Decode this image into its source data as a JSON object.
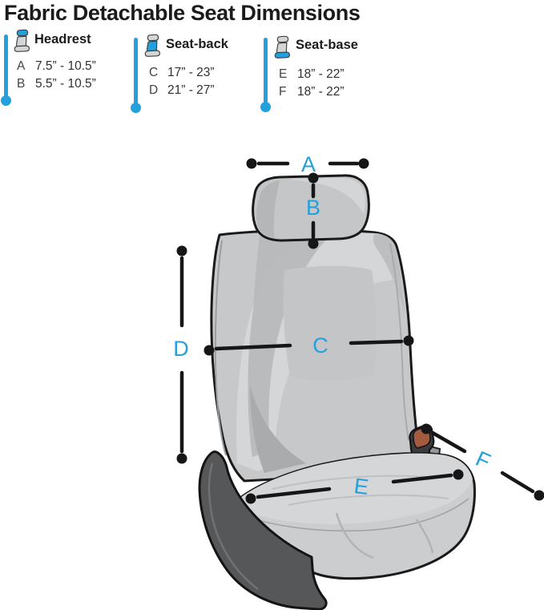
{
  "title": "Fabric Detachable Seat Dimensions",
  "colors": {
    "accent_blue": "#24a0dc",
    "line_black": "#161616",
    "seat_gray": "#c6c8ca",
    "trim_dark_gray": "#565759",
    "lever_brown": "#a45a3f"
  },
  "legend": {
    "sections": [
      {
        "title": "Headrest",
        "rows": [
          {
            "key": "A",
            "value": "7.5” - 10.5”"
          },
          {
            "key": "B",
            "value": "5.5” - 10.5”"
          }
        ]
      },
      {
        "title": "Seat-back",
        "rows": [
          {
            "key": "C",
            "value": "17” - 23”"
          },
          {
            "key": "D",
            "value": "21” - 27”"
          }
        ]
      },
      {
        "title": "Seat-base",
        "rows": [
          {
            "key": "E",
            "value": "18” - 22”"
          },
          {
            "key": "F",
            "value": "18” - 22”"
          }
        ]
      }
    ]
  },
  "diagram": {
    "dimension_labels": {
      "a": "A",
      "b": "B",
      "c": "C",
      "d": "D",
      "e": "E",
      "f": "F"
    }
  }
}
